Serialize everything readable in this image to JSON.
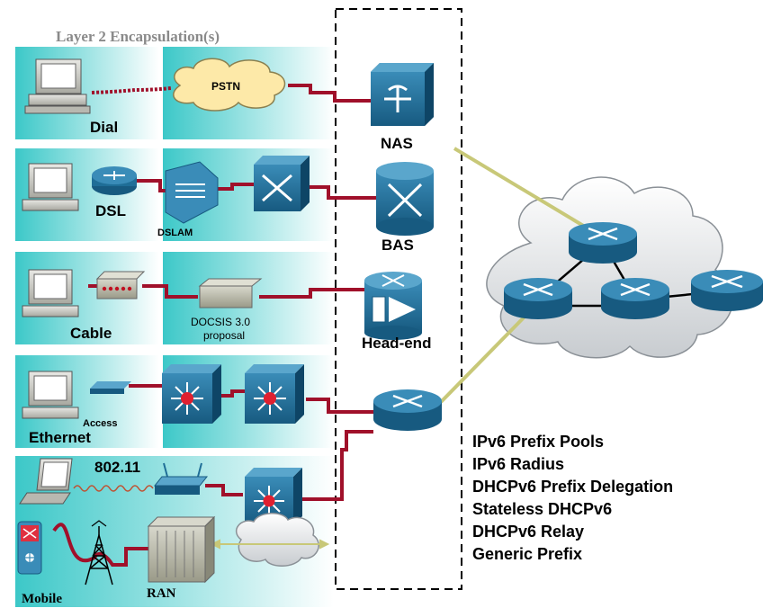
{
  "header": {
    "title": "Layer 2 Encapsulation(s)"
  },
  "rows": {
    "dial": {
      "label": "Dial",
      "cloud": "PSTN"
    },
    "dsl": {
      "label": "DSL",
      "dslam": "DSLAM"
    },
    "cable": {
      "label": "Cable",
      "docsis_line1": "DOCSIS 3.0",
      "docsis_line2": "proposal"
    },
    "ethernet": {
      "label": "Ethernet",
      "access": "Access"
    },
    "wireless": {
      "label": "802.11"
    },
    "mobile": {
      "label": "Mobile",
      "ran": "RAN"
    }
  },
  "aggregation": {
    "nas": "NAS",
    "bas": "BAS",
    "headend": "Head-end"
  },
  "features": [
    "IPv6 Prefix Pools",
    "IPv6 Radius",
    "DHCPv6 Prefix Delegation",
    "Stateless DHCPv6",
    "DHCPv6 Relay",
    "Generic Prefix"
  ],
  "colors": {
    "router_blue": "#1f6e97",
    "link_red": "#a0102a",
    "uplink_olive": "#c8c878",
    "panel_teal": "#3cc8c8"
  }
}
